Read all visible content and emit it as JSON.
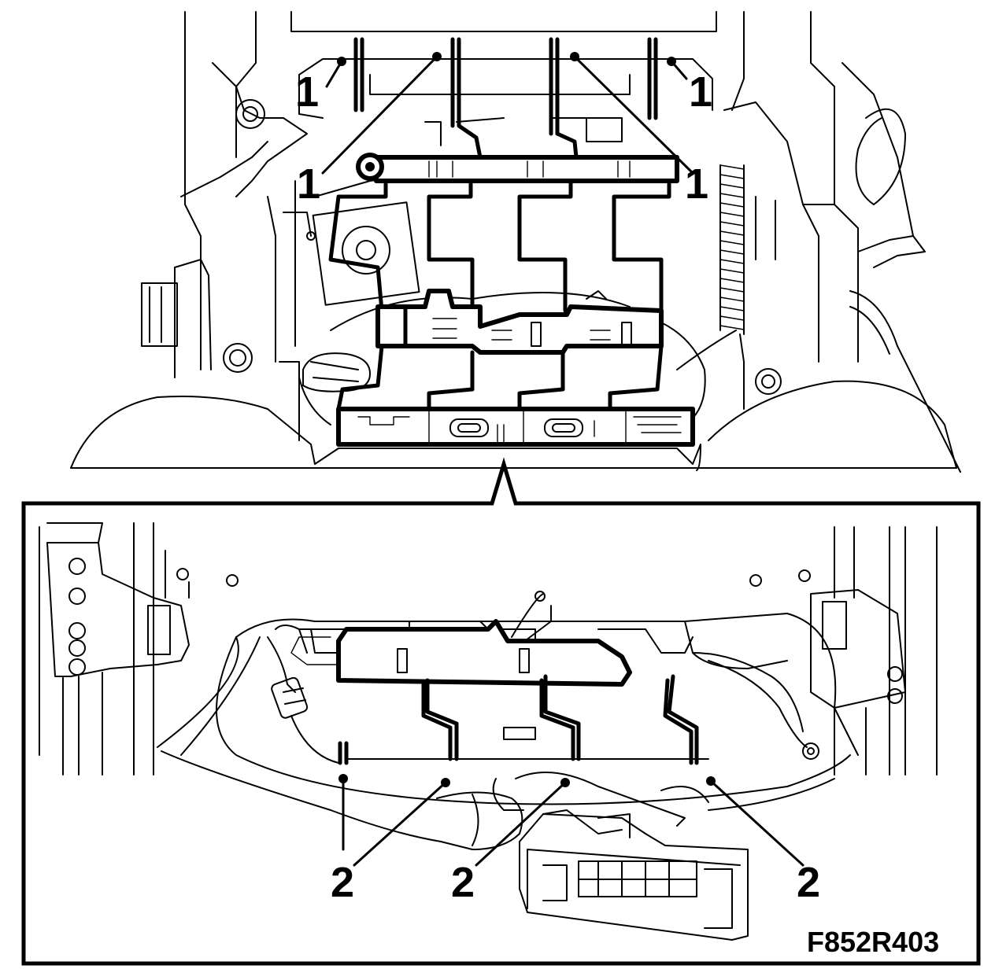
{
  "callouts": {
    "c1_top_left": "1",
    "c1_top_right": "1",
    "c1_mid_left": "1",
    "c1_mid_right": "1",
    "c2_left": "2",
    "c2_mid": "2",
    "c2_right": "2"
  },
  "figure_code": "F852R403"
}
